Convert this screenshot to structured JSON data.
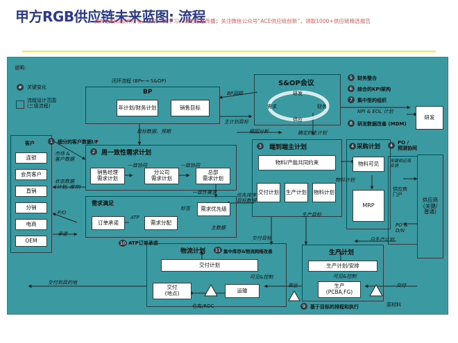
{
  "title": "甲方RGB供应链未来蓝图: 流程",
  "watermark": "资料版权归原作所有，仅供个人学习，请勿恶意传播；关注微信公众号“ACE供应链创新”，领取1000+供应链精选报告",
  "legend": {
    "heading": "说明:",
    "key_change": "关键变化",
    "key_change_num": "#",
    "scope": "流程设计范围\n(三级流程)"
  },
  "sop": {
    "title": "S&OP会议",
    "cycle": [
      "研发",
      "财务",
      "供应",
      "需求"
    ]
  },
  "right_items": [
    {
      "num": "5",
      "text": "财务整合"
    },
    {
      "num": "6",
      "text": "综合的KPI架构"
    },
    {
      "num": "7",
      "text": "集中型的组织"
    },
    {
      "num": "8",
      "text": "研发数据改善 (MDM)"
    }
  ],
  "npi": "NPI & EOL 计划",
  "rd_box": "研发",
  "bp": {
    "loop": "闭环流程 (BP←→ S&OP)",
    "title": "BP",
    "annual": "年计划/财务计划",
    "sales_target": "销售目标",
    "bp_return": "BP回顾",
    "master_target": "主计划目标",
    "target_data": "目标数据、预期"
  },
  "customer": {
    "title": "客户",
    "items": [
      "连锁",
      "会员客户",
      "直销",
      "分销",
      "电商",
      "OEM"
    ]
  },
  "item1": {
    "num": "1",
    "text": "细分的客户数据I/F"
  },
  "weekly": {
    "num": "2",
    "title": "周一致性需求计划",
    "sales_mgr": "销售经理\n需求计划",
    "branch": "分公司\n需求计划",
    "hq": "总部\n需求计划",
    "sync1": "一致协同",
    "sync2": "一致协同",
    "consensus_demand": "一致性需求"
  },
  "market_data": "市场 &\n客户数据",
  "status_data": "状态数据\n(计划, 库存)",
  "demand_fulfill": {
    "title": "需求满足",
    "order": "订单承诺",
    "atp": "ATP",
    "allocation": "需求分配",
    "priority": "需求优先级",
    "tag": "标签",
    "master_data": "主数据",
    "priority_sort": "优先排序\n目标数据"
  },
  "po_label": "P/O",
  "commit_label": "承诺",
  "item10": {
    "num": "10",
    "text": "ATP订单承诺"
  },
  "e2e": {
    "num": "3",
    "title": "端到端主计划",
    "material": "物料/产能共同约束",
    "delivery_plan": "交付计划",
    "production_plan": "生产计划",
    "material_plan": "物料计划",
    "plan_analysis": "根因分析",
    "confirmed_master": "确定的主计划"
  },
  "procurement": {
    "num": "4",
    "title": "采购计划",
    "material_visible": "物料可见",
    "mrp": "MRP",
    "material_plan_out": "物料计划"
  },
  "po_forecast": "PO /\n预测协同",
  "item_po_num": "4",
  "supplier_portal": {
    "collab": "关键供应商\n反馈",
    "title": "供应商\n门户",
    "po_dn": "PO &\nD/N"
  },
  "supplier": "供应商\n(关键/\n普通)",
  "logistics": {
    "title": "物流计划",
    "num": "11",
    "sub": "集中库存&物流网络改善",
    "delivery_plan": "交付计划",
    "delivery": "交付\n(地点)",
    "transport": "运输",
    "warehouse": "仓库/RDC",
    "visible": "可见&控制",
    "delivery_target": "交付目标",
    "delivered": "交付到目的地"
  },
  "production": {
    "title": "生产计划",
    "schedule": "生产计划/安排",
    "produce": "生产\n(PCBA,FG)",
    "visible": "可见&控制",
    "loading": "装运",
    "delivery": "交付",
    "raw": "原材料",
    "daily_plan": "日生产计划",
    "production_target": "生产目标"
  },
  "item9": {
    "num": "9",
    "text": "基于目标的排程和执行"
  },
  "colors": {
    "panel": "#3b9aa1",
    "title": "#2a3a8c",
    "watermark": "#e05a5a",
    "accent_line": "#f1e65a"
  }
}
